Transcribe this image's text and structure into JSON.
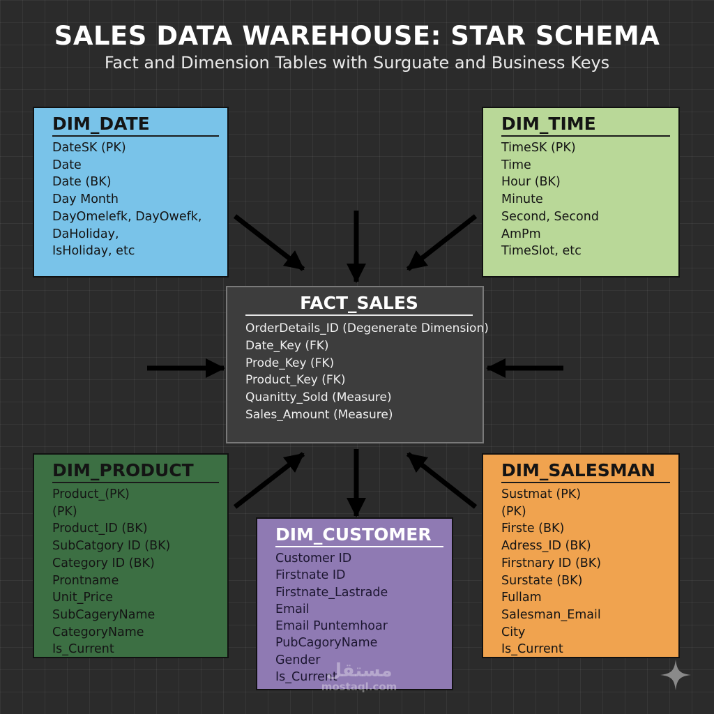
{
  "header": {
    "title": "SALES DATA WAREHOUSE: STAR SCHEMA",
    "subtitle": "Fact and Dimension Tables with Surguate and Business Keys"
  },
  "tables": {
    "dim_date": {
      "name": "DIM_DATE",
      "color": "#79c3e9",
      "fields": [
        "DateSK (PK)",
        "Date",
        "Date (BK)",
        "Day  Month",
        "DayOmelefk, DayOwefk,",
        "DaHoliday,",
        "IsHoliday, etc"
      ]
    },
    "dim_time": {
      "name": "DIM_TIME",
      "color": "#b9d898",
      "fields": [
        "TimeSK (PK)",
        "Time",
        "Hour (BK)",
        "Minute",
        "Second, Second",
        "AmPm",
        "TimeSlot, etc"
      ]
    },
    "fact_sales": {
      "name": "FACT_SALES",
      "color": "#3d3d3d",
      "fields": [
        "OrderDetails_ID (Degenerate Dimension)",
        "Date_Key (FK)",
        "Prode_Key (FK)",
        "Product_Key (FK)",
        "Quanitty_Sold (Measure)",
        "Sales_Amount (Measure)"
      ]
    },
    "dim_product": {
      "name": "DIM_PRODUCT",
      "color": "#3c6f43",
      "fields": [
        "Product_(PK)",
        "(PK)",
        "Product_ID (BK)",
        "SubCatgory ID (BK)",
        "Category ID (BK)",
        "Prontname",
        "Unit_Price",
        "SubCageryName",
        "CategoryName",
        "Is_Current"
      ]
    },
    "dim_customer": {
      "name": "DIM_CUSTOMER",
      "color": "#8f7ab3",
      "fields": [
        "Customer ID",
        "Firstnate ID",
        "Firstnate_Lastrade",
        "Email",
        "Email  Puntemhoar",
        "PubCagoryName",
        "Gender",
        "Is_Current"
      ]
    },
    "dim_salesman": {
      "name": "DIM_SALESMAN",
      "color": "#f0a34f",
      "fields": [
        "Sustmat (PK)",
        "(PK)",
        "Firste (BK)",
        "Adress_ID (BK)",
        "Firstnary ID (BK)",
        "Surstate (BK)",
        "Fullam",
        "Salesman_Email",
        "City",
        "Is_Current"
      ]
    }
  },
  "watermark": {
    "arabic": "مستقل",
    "latin": "mostaql.com"
  },
  "icons": {
    "relationship_arrow": "arrow-icon",
    "corner_mark": "sparkle-icon"
  }
}
